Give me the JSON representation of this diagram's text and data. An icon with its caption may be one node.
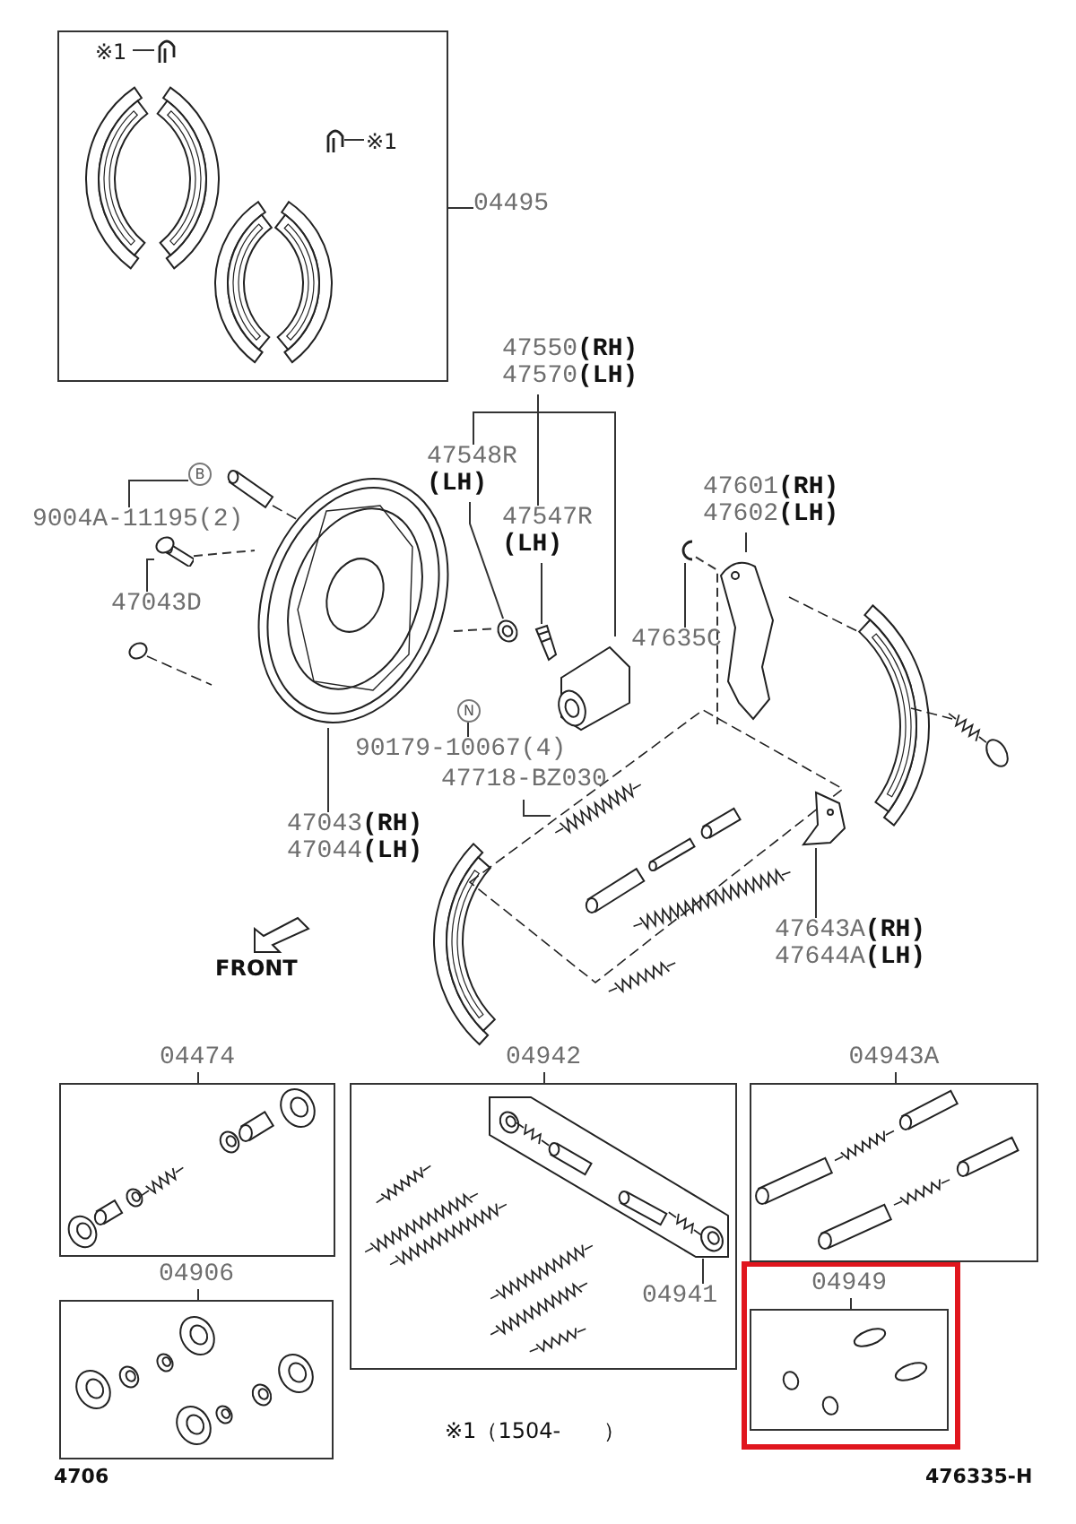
{
  "diagram": {
    "nodes": [
      {
        "text": [],
        "shape": "box"
      },
      {
        "text": [
          "※1"
        ],
        "in": 0
      },
      {
        "text": [],
        "shape": "picture",
        "in": 0
      },
      {
        "text": [
          "※1"
        ],
        "in": 0
      },
      {
        "text": [],
        "shape": "picture",
        "in": 0
      },
      {
        "text": [
          "04495"
        ]
      },
      {
        "text": [
          "47550**(RH)** 47570**(LH)**"
        ]
      },
      {
        "text": [
          "47548R **(LH)**"
        ]
      },
      {
        "text": [
          "47547R **(LH)**"
        ]
      },
      {
        "text": [],
        "shape": "picture"
      },
      {
        "text": [],
        "shape": "picture"
      },
      {
        "text": [],
        "shape": "picture"
      },
      {
        "text": [
          "B"
        ]
      },
      {
        "text": [
          "9004A-11195(2)"
        ]
      },
      {
        "text": [],
        "shape": "picture"
      },
      {
        "text": [
          "47043D"
        ]
      },
      {
        "text": [
          "N"
        ]
      },
      {
        "text": [
          "90179-10067(4)"
        ]
      },
      {
        "text": [],
        "shape": "picture"
      },
      {
        "text": [
          "47043**(RH)** 47044**(LH)**"
        ]
      },
      {
        "text": [
          "47718-BZ030"
        ]
      },
      {
        "text": [],
        "shape": "picture"
      },
      {
        "text": [
          "47601**(RH)** 47602**(LH)**"
        ]
      },
      {
        "text": [],
        "shape": "picture"
      },
      {
        "text": [
          "47635C"
        ]
      },
      {
        "text": [],
        "shape": "picture"
      },
      {
        "text": [
          "47643A**(RH)** 47644A**(LH)**"
        ]
      },
      {
        "text": [],
        "shape": "picture"
      },
      {
        "text": [
          "04474"
        ]
      },
      {
        "text": [
          "04906"
        ]
      },
      {
        "text": [
          "04942"
        ]
      },
      {
        "text": [],
        "shape": "parallelogram",
        "in": 30
      },
      {
        "text": [
          "04941"
        ],
        "in": 30
      },
      {
        "text": [
          "04943A"
        ]
      },
      {
        "text": [
          "04949"
        ]
      }
    ],
    "edges": [
      {
        "from": 1,
        "to": 2,
        "arrow": "none"
      },
      {
        "from": 3,
        "to": 4,
        "arrow": "none"
      },
      {
        "from": 5,
        "to": 0,
        "arrow": "none"
      },
      {
        "from": 6,
        "to": 7,
        "arrow": "none"
      },
      {
        "from": 6,
        "to": 8,
        "arrow": "none"
      },
      {
        "from": 6,
        "to": 11,
        "arrow": "none"
      },
      {
        "from": 7,
        "to": 9,
        "arrow": "none"
      },
      {
        "from": 8,
        "to": 10,
        "arrow": "none"
      },
      {
        "from": 13,
        "to": 12,
        "arrow": "none"
      },
      {
        "from": 15,
        "to": 14,
        "arrow": "none"
      },
      {
        "from": 17,
        "to": 16,
        "arrow": "none"
      },
      {
        "from": 19,
        "to": 18,
        "arrow": "none"
      },
      {
        "from": 20,
        "to": 21,
        "arrow": "none"
      },
      {
        "from": 22,
        "to": 23,
        "arrow": "none"
      },
      {
        "from": 24,
        "to": 25,
        "arrow": "none"
      },
      {
        "from": 26,
        "to": 27,
        "arrow": "none"
      },
      {
        "from": 32,
        "to": 31,
        "arrow": "none"
      },
      {
        "from": 14,
        "to": 18,
        "arrow": "none",
        "style": "dashed"
      },
      {
        "from": 18,
        "to": 9,
        "arrow": "none",
        "style": "dashed"
      },
      {
        "from": 25,
        "to": 23,
        "arrow": "none",
        "style": "dashed"
      }
    ],
    "labels": [
      "FRONT",
      "※1（1504-　　）",
      "4706",
      "476335-H"
    ]
  }
}
